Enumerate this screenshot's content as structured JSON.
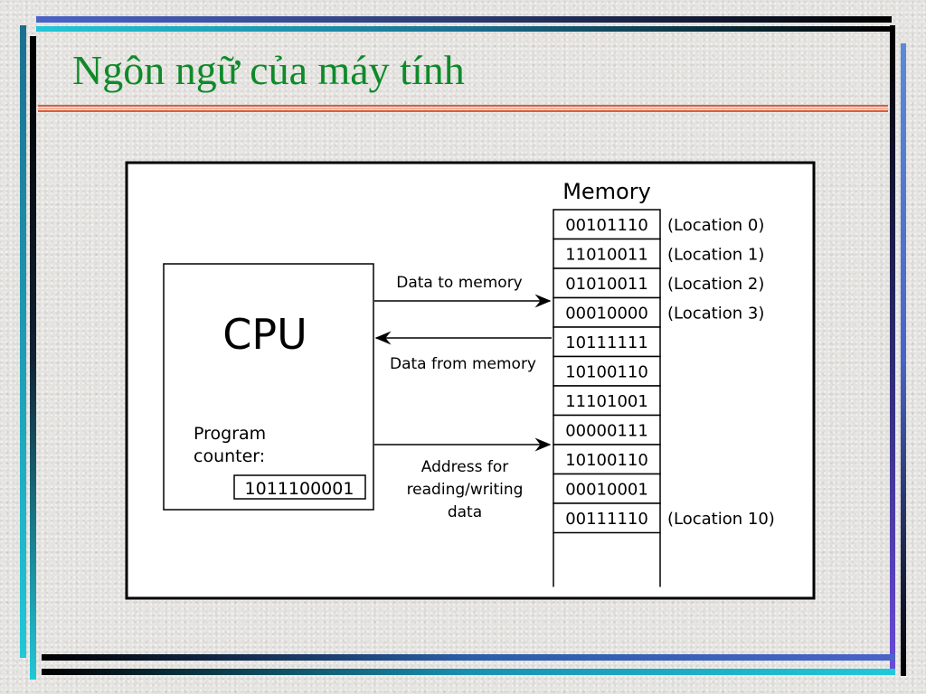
{
  "slide": {
    "title": "Ngôn ngữ của máy tính"
  },
  "diagram": {
    "cpu_label": "CPU",
    "program_counter_label_line1": "Program",
    "program_counter_label_line2": "counter:",
    "program_counter_value": "1011100001",
    "memory_title": "Memory",
    "arrow_data_to_memory": "Data to memory",
    "arrow_data_from_memory": "Data from memory",
    "address_label_line1": "Address for",
    "address_label_line2": "reading/writing",
    "address_label_line3": "data",
    "memory_cells": [
      {
        "value": "00101110",
        "location": "(Location 0)"
      },
      {
        "value": "11010011",
        "location": "(Location 1)"
      },
      {
        "value": "01010011",
        "location": "(Location 2)"
      },
      {
        "value": "00010000",
        "location": "(Location 3)"
      },
      {
        "value": "10111111",
        "location": ""
      },
      {
        "value": "10100110",
        "location": ""
      },
      {
        "value": "11101001",
        "location": ""
      },
      {
        "value": "00000111",
        "location": ""
      },
      {
        "value": "10100110",
        "location": ""
      },
      {
        "value": "00010001",
        "location": ""
      },
      {
        "value": "00111110",
        "location": "(Location 10)"
      }
    ]
  }
}
